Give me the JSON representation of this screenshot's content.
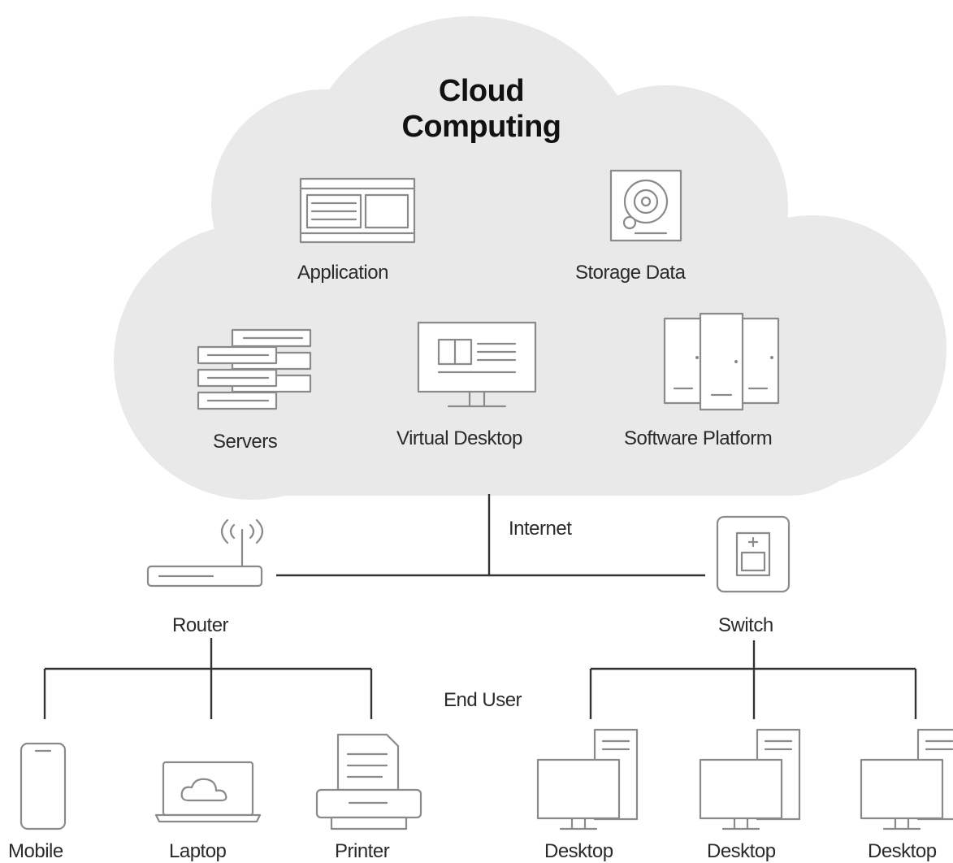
{
  "cloud": {
    "title_line1": "Cloud",
    "title_line2": "Computing",
    "services": [
      {
        "label": "Application",
        "icon": "application-window-icon"
      },
      {
        "label": "Storage Data",
        "icon": "hard-drive-icon"
      },
      {
        "label": "Servers",
        "icon": "server-stack-icon"
      },
      {
        "label": "Virtual Desktop",
        "icon": "monitor-icon"
      },
      {
        "label": "Software Platform",
        "icon": "server-towers-icon"
      }
    ],
    "fill_color": "#e9e9e9"
  },
  "network": {
    "internet_label": "Internet",
    "router_label": "Router",
    "switch_label": "Switch",
    "end_user_label": "End User"
  },
  "devices": [
    {
      "label": "Mobile",
      "icon": "mobile-phone-icon"
    },
    {
      "label": "Laptop",
      "icon": "laptop-cloud-icon"
    },
    {
      "label": "Printer",
      "icon": "printer-icon"
    },
    {
      "label": "Desktop",
      "icon": "desktop-computer-icon"
    },
    {
      "label": "Desktop",
      "icon": "desktop-computer-icon"
    },
    {
      "label": "Desktop",
      "icon": "desktop-computer-icon"
    }
  ]
}
